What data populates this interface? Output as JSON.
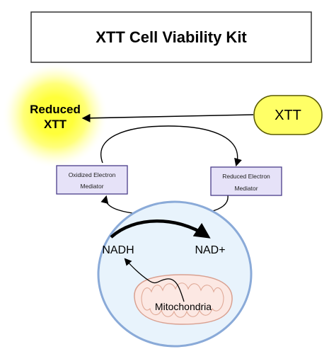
{
  "title": "XTT Cell Viability Kit",
  "reduced_xtt": {
    "line1": "Reduced",
    "line2": "XTT"
  },
  "xtt": {
    "label": "XTT"
  },
  "oxidized_mediator": {
    "line1": "Oxidized Electron",
    "line2": "Mediator"
  },
  "reduced_mediator": {
    "line1": "Reduced Electron",
    "line2": "Mediator"
  },
  "cell": {
    "nadh": "NADH",
    "nad_plus": "NAD+",
    "mitochondria": "Mitochondria"
  },
  "colors": {
    "glow": "#ffff3a",
    "xtt_fill": "#ffff66",
    "xtt_stroke": "#5a5a00",
    "mediator_fill": "#e6e2f8",
    "mediator_stroke": "#4a3d8a",
    "cell_fill": "#e8f3fc",
    "cell_stroke": "#8aaad8",
    "mito_fill": "#fce8e3",
    "mito_stroke": "#d9a090"
  }
}
